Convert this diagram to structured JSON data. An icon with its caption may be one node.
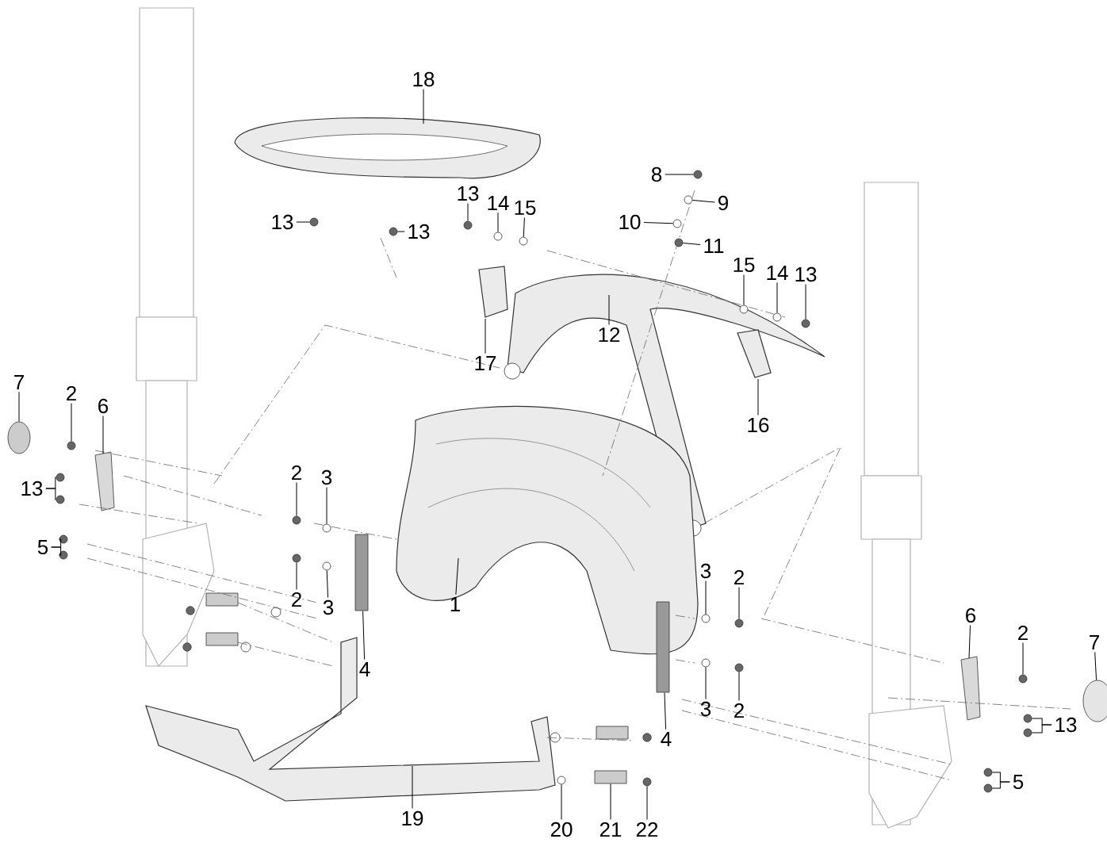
{
  "diagram": {
    "nodes": [
      {
        "text": [
          "18"
        ]
      },
      {
        "text": [
          "13"
        ]
      },
      {
        "text": [
          "13"
        ]
      },
      {
        "text": [
          "13"
        ]
      },
      {
        "text": [
          "14"
        ]
      },
      {
        "text": [
          "15"
        ]
      },
      {
        "text": [
          "8"
        ]
      },
      {
        "text": [
          "9"
        ]
      },
      {
        "text": [
          "10"
        ]
      },
      {
        "text": [
          "11"
        ]
      },
      {
        "text": [
          "15"
        ]
      },
      {
        "text": [
          "14"
        ]
      },
      {
        "text": [
          "13"
        ]
      },
      {
        "text": [
          "12"
        ]
      },
      {
        "text": [
          "17"
        ]
      },
      {
        "text": [
          "16"
        ]
      },
      {
        "text": [
          "7"
        ]
      },
      {
        "text": [
          "2"
        ]
      },
      {
        "text": [
          "6"
        ]
      },
      {
        "text": [
          "13"
        ]
      },
      {
        "text": [
          "5"
        ]
      },
      {
        "text": [
          "2"
        ]
      },
      {
        "text": [
          "3"
        ]
      },
      {
        "text": [
          "2"
        ]
      },
      {
        "text": [
          "3"
        ]
      },
      {
        "text": [
          "4"
        ]
      },
      {
        "text": [
          "1"
        ]
      },
      {
        "text": [
          "3"
        ]
      },
      {
        "text": [
          "2"
        ]
      },
      {
        "text": [
          "3"
        ]
      },
      {
        "text": [
          "2"
        ]
      },
      {
        "text": [
          "4"
        ]
      },
      {
        "text": [
          "6"
        ]
      },
      {
        "text": [
          "2"
        ]
      },
      {
        "text": [
          "7"
        ]
      },
      {
        "text": [
          "13"
        ]
      },
      {
        "text": [
          "5"
        ]
      },
      {
        "text": [
          "19"
        ]
      },
      {
        "text": [
          "20"
        ]
      },
      {
        "text": [
          "21"
        ]
      },
      {
        "text": [
          "22"
        ]
      },
      {
        "text": [],
        "shape": "circle"
      },
      {
        "text": [],
        "shape": "circle"
      },
      {
        "text": [],
        "shape": "circle"
      },
      {
        "text": [],
        "shape": "circle"
      },
      {
        "text": [],
        "shape": "circle"
      },
      {
        "text": [],
        "shape": "circle"
      },
      {
        "text": [],
        "shape": "circle"
      },
      {
        "text": [],
        "shape": "circle"
      },
      {
        "text": [],
        "shape": "circle"
      },
      {
        "text": [],
        "shape": "circle"
      },
      {
        "text": [],
        "shape": "circle"
      },
      {
        "text": [],
        "shape": "circle"
      },
      {
        "text": [],
        "shape": "circle"
      },
      {
        "text": [],
        "shape": "circle"
      },
      {
        "text": [],
        "shape": "circle"
      },
      {
        "text": [],
        "shape": "circle"
      },
      {
        "text": [],
        "shape": "circle"
      },
      {
        "text": [],
        "shape": "circle"
      },
      {
        "text": [],
        "shape": "circle"
      },
      {
        "text": [],
        "shape": "circle"
      },
      {
        "text": [],
        "shape": "circle"
      },
      {
        "text": [],
        "shape": "circle"
      },
      {
        "text": [],
        "shape": "circle"
      },
      {
        "text": [],
        "shape": "circle"
      },
      {
        "text": [],
        "shape": "circle"
      },
      {
        "text": [],
        "shape": "circle"
      },
      {
        "text": [],
        "shape": "circle"
      },
      {
        "text": [],
        "shape": "circle"
      },
      {
        "text": [],
        "shape": "circle"
      },
      {
        "text": [],
        "shape": "circle"
      },
      {
        "text": [],
        "shape": "circle"
      },
      {
        "text": [],
        "shape": "circle"
      },
      {
        "text": [],
        "shape": "circle"
      },
      {
        "text": [],
        "shape": "bar"
      },
      {
        "text": [],
        "shape": "bar"
      },
      {
        "text": [],
        "shape": "box"
      },
      {
        "text": [],
        "shape": "circle"
      }
    ],
    "edges": [
      {
        "from": 0,
        "to": null,
        "arrow": "none"
      },
      {
        "from": 1,
        "to": 48,
        "arrow": "none"
      },
      {
        "from": 2,
        "to": 51,
        "arrow": "none"
      },
      {
        "from": 3,
        "to": 52,
        "arrow": "none"
      },
      {
        "from": 4,
        "to": 53,
        "arrow": "none"
      },
      {
        "from": 5,
        "to": 54,
        "arrow": "none"
      },
      {
        "from": 6,
        "to": 60,
        "arrow": "none"
      },
      {
        "from": 7,
        "to": 59,
        "arrow": "none"
      },
      {
        "from": 8,
        "to": 57,
        "arrow": "none"
      },
      {
        "from": 9,
        "to": 58,
        "arrow": "none"
      },
      {
        "from": 10,
        "to": 65,
        "arrow": "none"
      },
      {
        "from": 11,
        "to": 66,
        "arrow": "none"
      },
      {
        "from": 12,
        "to": 67,
        "arrow": "none"
      },
      {
        "from": 13,
        "to": null,
        "arrow": "none"
      },
      {
        "from": 14,
        "to": null,
        "arrow": "none"
      },
      {
        "from": 15,
        "to": null,
        "arrow": "none"
      },
      {
        "from": 16,
        "to": 73,
        "arrow": "none"
      },
      {
        "from": 17,
        "to": 45,
        "arrow": "none"
      },
      {
        "from": 18,
        "to": null,
        "arrow": "none"
      },
      {
        "from": 19,
        "to": 41,
        "arrow": "none"
      },
      {
        "from": 20,
        "to": 43,
        "arrow": "none"
      },
      {
        "from": 21,
        "to": 46,
        "arrow": "none"
      },
      {
        "from": 22,
        "to": 49,
        "arrow": "none"
      },
      {
        "from": 23,
        "to": 47,
        "arrow": "none"
      },
      {
        "from": 24,
        "to": 50,
        "arrow": "none"
      },
      {
        "from": 25,
        "to": 74,
        "arrow": "none"
      },
      {
        "from": 26,
        "to": null,
        "arrow": "none"
      },
      {
        "from": 27,
        "to": 61,
        "arrow": "none"
      },
      {
        "from": 28,
        "to": 63,
        "arrow": "none"
      },
      {
        "from": 29,
        "to": 62,
        "arrow": "none"
      },
      {
        "from": 30,
        "to": 64,
        "arrow": "none"
      },
      {
        "from": 31,
        "to": 75,
        "arrow": "none"
      },
      {
        "from": 32,
        "to": null,
        "arrow": "none"
      },
      {
        "from": 33,
        "to": 70,
        "arrow": "none"
      },
      {
        "from": 34,
        "to": 77,
        "arrow": "none"
      },
      {
        "from": 35,
        "to": 71,
        "arrow": "none"
      },
      {
        "from": 36,
        "to": 68,
        "arrow": "none"
      },
      {
        "from": 37,
        "to": null,
        "arrow": "none"
      },
      {
        "from": 38,
        "to": 55,
        "arrow": "none"
      },
      {
        "from": 39,
        "to": 76,
        "arrow": "none"
      },
      {
        "from": 40,
        "to": 56,
        "arrow": "none"
      },
      {
        "from": 19,
        "to": 42,
        "arrow": "none"
      },
      {
        "from": 20,
        "to": 44,
        "arrow": "none"
      },
      {
        "from": 35,
        "to": 72,
        "arrow": "none"
      },
      {
        "from": 36,
        "to": 69,
        "arrow": "none"
      }
    ]
  }
}
